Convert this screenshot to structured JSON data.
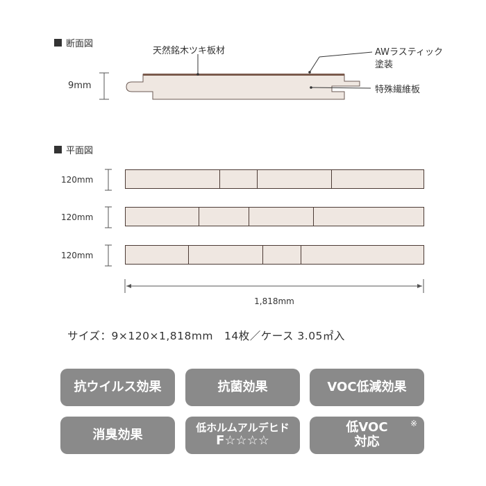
{
  "cross_section": {
    "title": "断面図",
    "thickness": "9mm",
    "labels": {
      "veneer": "天然銘木ツキ板材",
      "coating_line1": "AWラスティック",
      "coating_line2": "塗装",
      "core": "特殊繊維板"
    }
  },
  "plan_view": {
    "title": "平面図",
    "rows": [
      {
        "width_label": "120mm",
        "seams_mm": [
          571,
          800,
          1255
        ]
      },
      {
        "width_label": "120mm",
        "seams_mm": [
          445,
          752,
          1145
        ]
      },
      {
        "width_label": "120mm",
        "seams_mm": [
          380,
          835,
          1067
        ]
      }
    ],
    "total_length": 1818,
    "length_label": "1,818mm"
  },
  "spec_line": "サイズ：9×120×1,818mm　14枚／ケース 3.05㎡入",
  "badges": [
    {
      "line1": "抗ウイルス効果"
    },
    {
      "line1": "抗菌効果"
    },
    {
      "line1": "VOC低減効果"
    },
    {
      "line1": "消臭効果"
    },
    {
      "line1": "低ホルムアルデヒド",
      "line2": "F☆☆☆☆"
    },
    {
      "line1": "低VOC",
      "line2": "対応",
      "note": "※"
    }
  ],
  "colors": {
    "badge": "#8a8a8a",
    "plank_fill": "#efe7e1",
    "plank_edge": "#4b3a34",
    "veneer": "#7a5a4c"
  }
}
